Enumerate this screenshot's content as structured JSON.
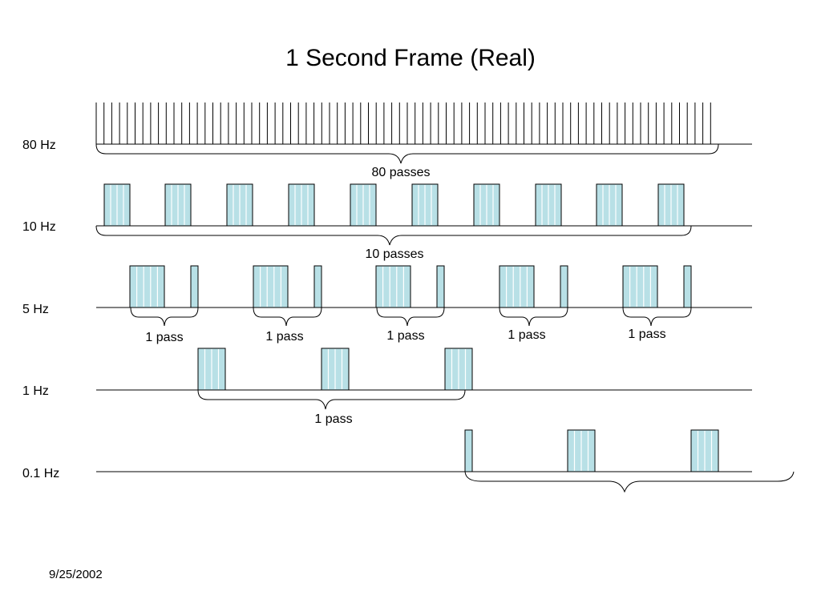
{
  "title": "1 Second Frame (Real)",
  "footer_date": "9/25/2002",
  "colors": {
    "block_fill": "#b8e0e6",
    "block_stroke": "#000000",
    "stripe": "#ffffff",
    "line": "#000000"
  },
  "rows": [
    {
      "label": "80 Hz",
      "brace_label": "80 passes"
    },
    {
      "label": "10 Hz",
      "brace_label": "10 passes"
    },
    {
      "label": "5 Hz",
      "brace_labels": [
        "1 pass",
        "1 pass",
        "1 pass",
        "1 pass",
        "1 pass"
      ]
    },
    {
      "label": "1 Hz",
      "brace_label": "1 pass"
    },
    {
      "label": "0.1 Hz"
    }
  ]
}
